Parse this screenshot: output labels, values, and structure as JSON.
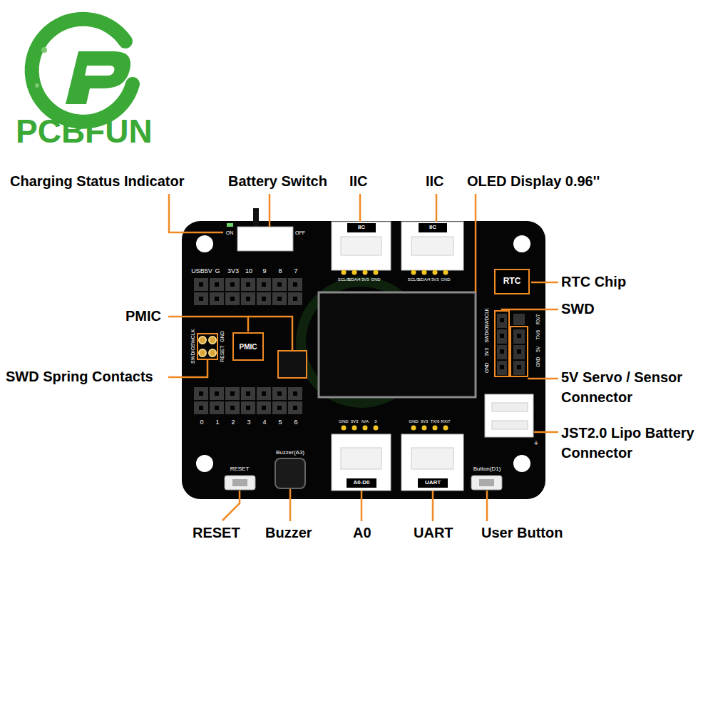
{
  "diagram": {
    "nodes": [
      {
        "text": [
          "IIC"
        ]
      },
      {
        "text": [
          "IIC"
        ]
      },
      {
        "text": [
          "RTC"
        ]
      },
      {
        "text": [
          "PMIC"
        ]
      },
      {
        "text": [
          "A0-D0"
        ]
      },
      {
        "text": [
          "UART"
        ]
      }
    ],
    "labels": [
      "PCBFUN",
      "Charging Status Indicator",
      "Battery Switch",
      "IIC",
      "IIC",
      "OLED Display 0.96''",
      "RTC Chip",
      "SWD",
      "PMIC",
      "SWD Spring Contacts",
      "5V Servo / Sensor Connector",
      "JST2.0 Lipo Battery Connector",
      "RESET",
      "Buzzer",
      "A0",
      "UART",
      "User Button",
      "ON",
      "OFF",
      "USB5V",
      "G",
      "3V3",
      "10",
      "9",
      "8",
      "7",
      "0",
      "1",
      "2",
      "3",
      "4",
      "5",
      "6",
      "SCL/5",
      "SDA/4",
      "3V3",
      "GND",
      "SCL/5",
      "SDA/4",
      "3V3",
      "GND",
      "SWCLK",
      "SWDIO",
      "GND",
      "RESET",
      "SWDCLK",
      "SWDIO",
      "3V3",
      "GND",
      "RX/7",
      "TX/6",
      "5V",
      "GND",
      "+",
      "GND",
      "3V3",
      "N/A",
      "0",
      "GND",
      "3V3",
      "TX/6",
      "RX/7",
      "RESET",
      "Buzzer(A3)",
      "Button(D1)"
    ]
  }
}
